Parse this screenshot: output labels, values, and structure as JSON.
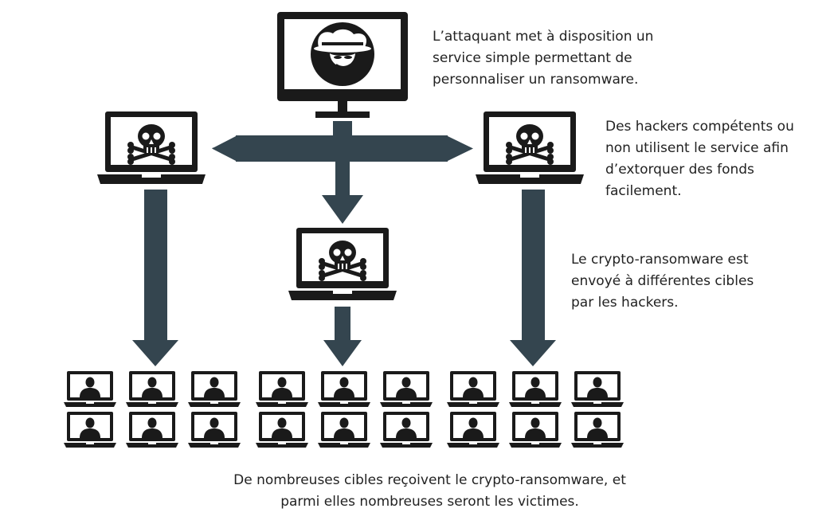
{
  "captions": {
    "service": [
      "L’attaquant met à disposition un",
      "service simple permettant de",
      "personnaliser un ransomware."
    ],
    "hackers": [
      "Des hackers compétents ou",
      "non utilisent le service afin",
      "d’extorquer des fonds",
      "facilement."
    ],
    "sent": [
      "Le crypto-ransomware est",
      "envoyé à différentes cibles",
      "par les hackers."
    ],
    "targets": [
      "De nombreuses cibles reçoivent le crypto-ransomware, et",
      "parmi elles nombreuses seront les victimes."
    ]
  },
  "icons": {
    "attacker": "hacker-fedora-icon",
    "hacker_laptop": "skull-crossbones-icon",
    "target_laptop": "person-silhouette-icon"
  },
  "colors": {
    "arrow": "#34454f",
    "device": "#1a1a1a",
    "screen": "#ffffff",
    "text": "#222222"
  }
}
